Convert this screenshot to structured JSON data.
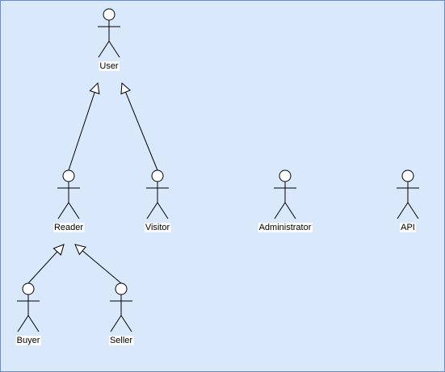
{
  "diagram": {
    "type": "use-case-actors",
    "colors": {
      "background": "#dae8fc",
      "border": "#6c8ebf",
      "stroke": "#000000",
      "label_background": "#ffffff"
    },
    "actors": [
      {
        "id": "user",
        "label": "User"
      },
      {
        "id": "reader",
        "label": "Reader"
      },
      {
        "id": "visitor",
        "label": "Visitor"
      },
      {
        "id": "administrator",
        "label": "Administrator"
      },
      {
        "id": "api",
        "label": "API"
      },
      {
        "id": "buyer",
        "label": "Buyer"
      },
      {
        "id": "seller",
        "label": "Seller"
      }
    ],
    "generalizations": [
      {
        "from": "reader",
        "to": "user"
      },
      {
        "from": "visitor",
        "to": "user"
      },
      {
        "from": "buyer",
        "to": "reader"
      },
      {
        "from": "seller",
        "to": "reader"
      }
    ]
  }
}
